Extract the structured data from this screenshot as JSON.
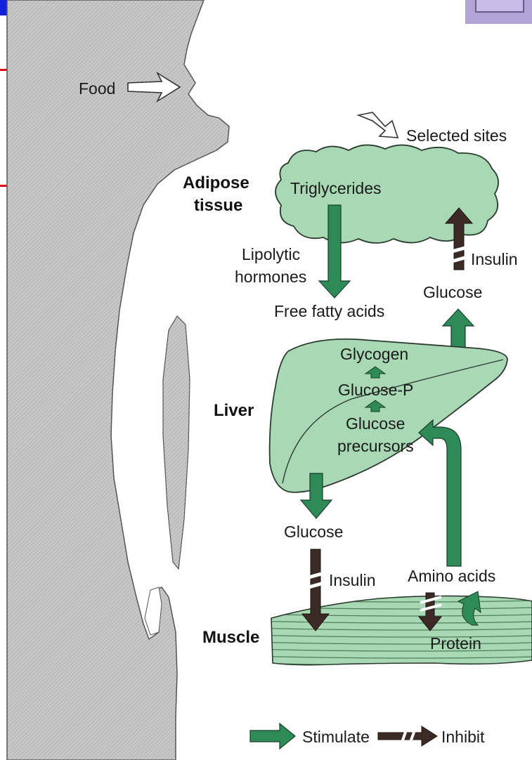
{
  "labels": {
    "food": "Food",
    "selected_sites": "Selected sites",
    "adipose_line1": "Adipose",
    "adipose_line2": "tissue",
    "triglycerides": "Triglycerides",
    "lipolytic_line1": "Lipolytic",
    "lipolytic_line2": "hormones",
    "free_fatty_acids": "Free fatty acids",
    "insulin_top": "Insulin",
    "glucose_top": "Glucose",
    "glycogen": "Glycogen",
    "glucose_p": "Glucose-P",
    "glucose_precursors_line1": "Glucose",
    "glucose_precursors_line2": "precursors",
    "liver": "Liver",
    "glucose_bottom": "Glucose",
    "insulin_bottom": "Insulin",
    "amino_acids": "Amino acids",
    "muscle": "Muscle",
    "protein": "Protein"
  },
  "legend": {
    "stimulate": "Stimulate",
    "inhibit": "Inhibit"
  },
  "colors": {
    "stimulate_arrow": "#2e8b57",
    "inhibit_arrow": "#3b2a26",
    "organ_fill": "#a8d9b4",
    "body_silhouette": "#c4c4c4"
  }
}
